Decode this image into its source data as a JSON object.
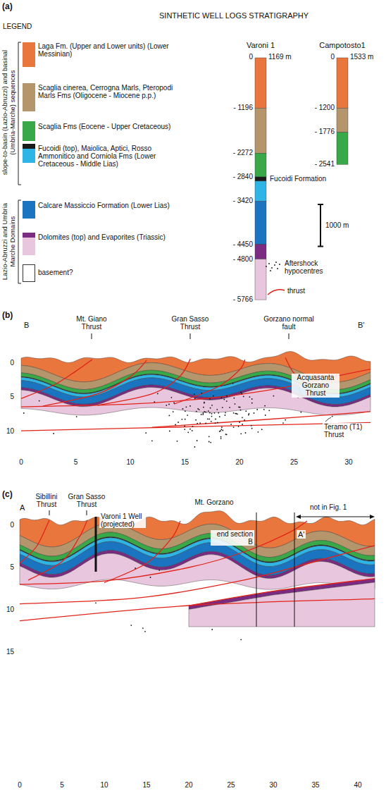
{
  "diagram": {
    "labels": [
      "(a)",
      "LEGEND",
      "SINTHETIC WELL LOGS STRATIGRAPHY",
      "slope-to-basin (Lazio-Abruzzi) and basinal (Umbria-Marche) sequences",
      "Lazio-Abruzzi and Umbria Marche Domains",
      "Varoni 1",
      "Campotosto1",
      "0",
      "1169 m",
      "- 1196",
      "- 2272",
      "- 2840",
      "Fucoidi Formation",
      "- 3420",
      "- 4450",
      "- 4800",
      "- 5766",
      "0",
      "1533 m",
      "- 1200",
      "- 1776",
      "- 2541",
      "1000 m",
      "(b)",
      "B",
      "Mt. Giano Thrust",
      "Gran Sasso Thrust",
      "Gorzano normal fault",
      "B'",
      "Acquasanta Gorzano Thrust",
      "Teramo (T1) Thrust",
      "0",
      "5",
      "10",
      "0",
      "5",
      "10",
      "15",
      "20",
      "25",
      "30",
      "(c)",
      "A",
      "Sibillini Thrust",
      "Gran Sasso Thrust",
      "Varoni 1 Well (projected)",
      "Mt. Gorzano",
      "end section B",
      "A'",
      "not in Fig. 1",
      "0",
      "5",
      "10",
      "15",
      "0",
      "5",
      "10",
      "15",
      "20",
      "25",
      "30",
      "35",
      "40"
    ],
    "legend": [
      {
        "text": "Laga Fm. (Upper and Lower units) (Lower Messinian)",
        "color": "#e9763d"
      },
      {
        "text": "Scaglia cinerea, Cerrogna Marls, Pteropodi Marls Fms (Oligocene - Miocene p.p.)",
        "color": "#b5956b"
      },
      {
        "text": "Scaglia Fms (Eocene - Upper Cretaceous)",
        "color": "#38a848"
      },
      {
        "text": "Fucoidi (top), Maiolica, Aptici, Rosso Ammonitico and Corniola Fms (Lower Cretaceous - Middle Lias)",
        "color": "#2fb4e6"
      },
      {
        "text": "Calcare Massiccio Formation (Lower Lias)",
        "color": "#1b74c0"
      },
      {
        "text": "Dolomites (top) and Evaporites (Triassic)",
        "color": "#e8c6dd"
      },
      {
        "text": "basement?",
        "color": "#ffffff"
      },
      {
        "text": "Aftershock hypocentres"
      },
      {
        "text": "thrust"
      }
    ]
  }
}
